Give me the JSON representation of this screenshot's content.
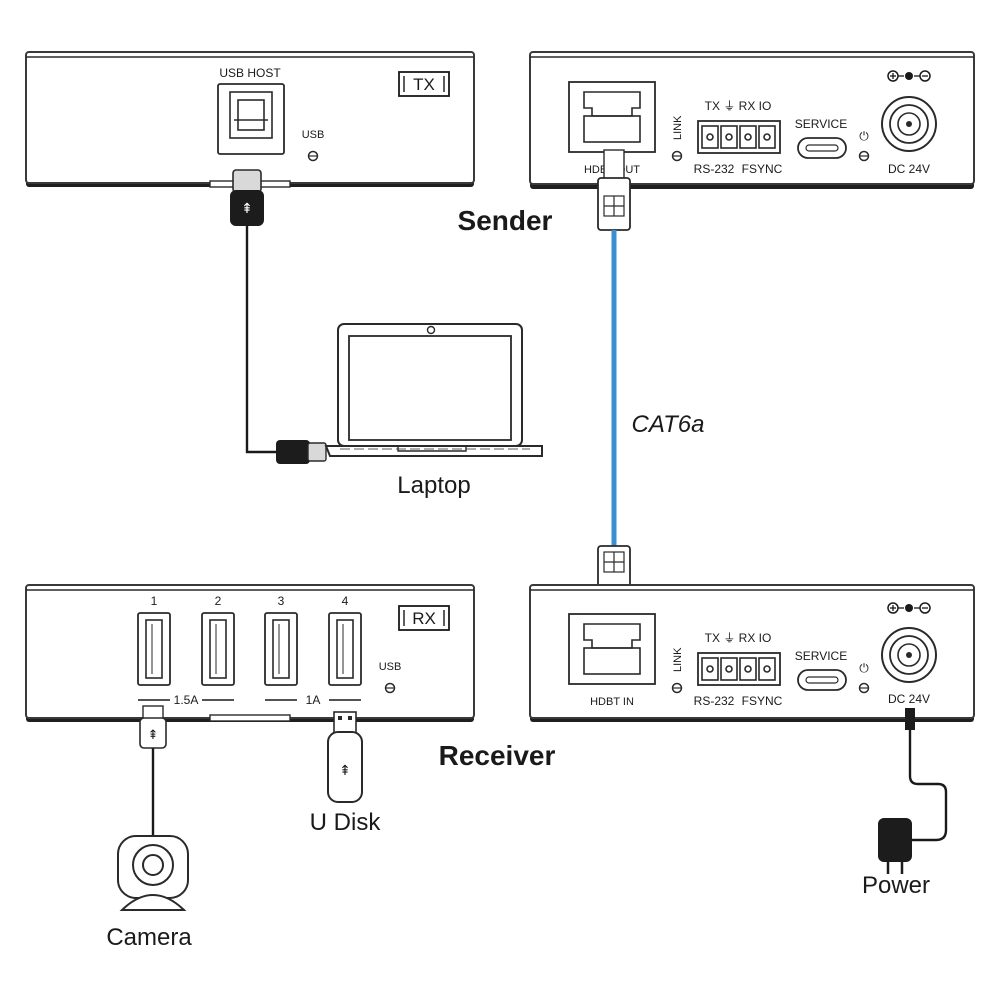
{
  "tx_panel": {
    "badge": "TX",
    "usb_host_label": "USB HOST",
    "usb_led_label": "USB"
  },
  "rx_panel": {
    "badge": "RX",
    "port_numbers": [
      "1",
      "2",
      "3",
      "4"
    ],
    "current_left": "1.5A",
    "current_right": "1A",
    "usb_led_label": "USB"
  },
  "sender_panel": {
    "port_label": "HDBT OUT",
    "link_label": "LINK",
    "serial_top": "TX ⏚ RX  IO",
    "serial_bottom_left": "RS-232",
    "serial_bottom_right": "FSYNC",
    "service_label": "SERVICE",
    "dc_label": "DC 24V"
  },
  "receiver_panel": {
    "port_label": "HDBT IN",
    "link_label": "LINK",
    "serial_top": "TX ⏚ RX  IO",
    "serial_bottom_left": "RS-232",
    "serial_bottom_right": "FSYNC",
    "service_label": "SERVICE",
    "dc_label": "DC 24V"
  },
  "labels": {
    "sender": "Sender",
    "receiver": "Receiver",
    "cable": "CAT6a",
    "laptop": "Laptop",
    "camera": "Camera",
    "udisk": "U Disk",
    "power": "Power"
  },
  "colors": {
    "cat_cable": "#3b8ed0",
    "device_outline": "#3a3a3a",
    "cable": "#1a1a1a"
  }
}
